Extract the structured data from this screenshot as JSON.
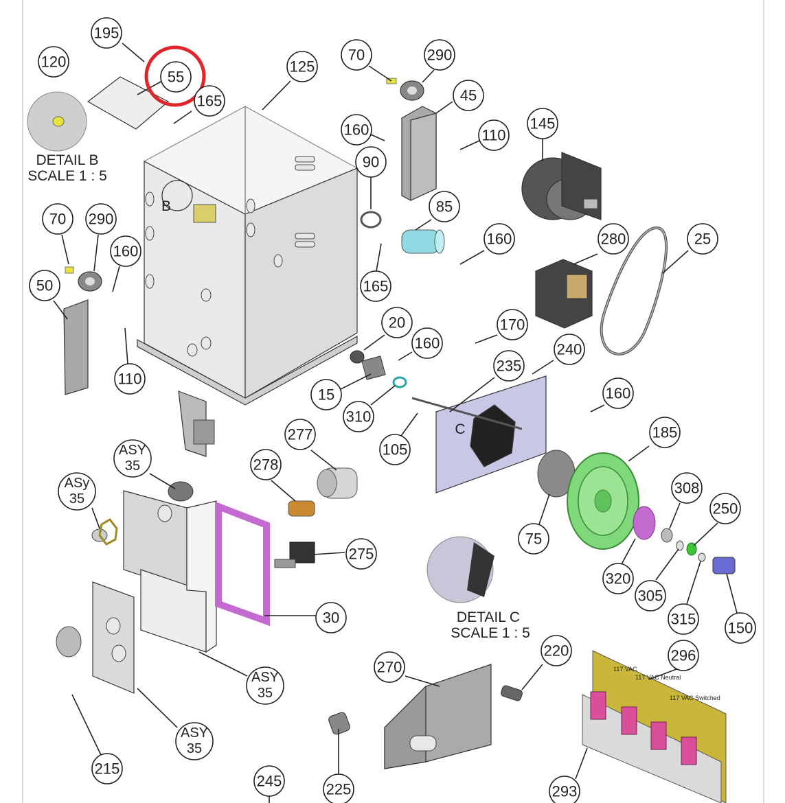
{
  "callouts": {
    "c195": "195",
    "c120": "120",
    "c55": "55",
    "c165a": "165",
    "c125": "125",
    "c70a": "70",
    "c290a": "290",
    "c45": "45",
    "c160a": "160",
    "c110a": "110",
    "c145": "145",
    "c90": "90",
    "c85": "85",
    "c160b": "160",
    "c280": "280",
    "c25": "25",
    "c70b": "70",
    "c290b": "290",
    "c160c": "160",
    "c50": "50",
    "c165b": "165",
    "c20": "20",
    "c160d": "160",
    "c170": "170",
    "c240": "240",
    "c110b": "110",
    "c235": "235",
    "c15": "15",
    "c310": "310",
    "c160e": "160",
    "c105": "105",
    "c185": "185",
    "c277": "277",
    "c278": "278",
    "c308": "308",
    "c250": "250",
    "c75": "75",
    "c275": "275",
    "c320": "320",
    "c305": "305",
    "c315": "315",
    "c150": "150",
    "c30": "30",
    "c220": "220",
    "c270": "270",
    "c296": "296",
    "c215": "215",
    "c225": "225",
    "c245": "245",
    "c293": "293"
  },
  "asy_callouts": {
    "a1_line1": "ASY",
    "a1_line2": "35",
    "a2_line1": "ASy",
    "a2_line2": "35",
    "a3_line1": "ASY",
    "a3_line2": "35",
    "a4_line1": "ASY",
    "a4_line2": "35"
  },
  "details": {
    "detail_b_title": "DETAIL B",
    "detail_b_scale": "SCALE 1 : 5",
    "detail_b_marker": "B",
    "detail_c_title": "DETAIL C",
    "detail_c_scale": "SCALE 1 : 5",
    "detail_c_marker": "C"
  },
  "terminal_labels": {
    "t1": "117 VAC",
    "t2": "117 VAC Neutral",
    "t3": "117 VAC Switched"
  },
  "colors": {
    "highlight_ring": "#e0262b",
    "pulley_green": "#7fd87a",
    "gasket_magenta": "#c36bd0",
    "pcb_yellow": "#c9b63a",
    "capacitor_cyan": "#8fd9e3",
    "plate_grey": "#a8a8a8"
  }
}
